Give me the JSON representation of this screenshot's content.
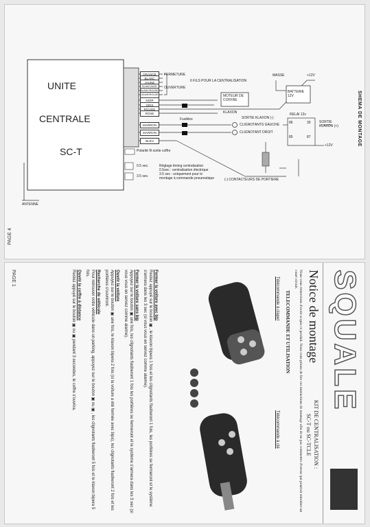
{
  "top_page": {
    "title": "SHEMA DE MONTAGE",
    "page_label": "PAGE 4",
    "unit": {
      "line1": "UNITE",
      "line2": "CENTRALE",
      "line3": "SC-T"
    },
    "antenna": "ANTENNE",
    "wires": [
      "ORANGE",
      "BLANC",
      "JAUNE",
      "NOIR",
      "GRIS",
      "ROUGE",
      "ROSE",
      "MARRON",
      "MARRON",
      "BLEU"
    ],
    "small_wires": [
      "BLANC/NOIR",
      "BLANC/ROUGE",
      "JAUNE/ROUGE"
    ],
    "labels": {
      "fermeture": "FERMETURE",
      "ouverture": "OUVERTURE",
      "six_fils": "6 FILS POUR LA CENTRALISATION",
      "masse": "MASSE",
      "plus12": "+12V",
      "batterie": "BATTERIE\n12V",
      "moteur": "MOTEUR DE\nCOFFRE",
      "klaxon": "KLAXON",
      "sortie_klaxon_moins": "SORTIE KLAXON (-)",
      "relai": "RELAI 12v",
      "sortie_klaxon_plus": "SORTIE\nKLAXON (+)",
      "plus12b": "+12V",
      "fusibles": "Fusibles",
      "clignotants_gauche": "CLIGNOTANTS GAUCHE",
      "clignotant_droit": "CLIGNOTANT DROIT",
      "polarite": "Polarité fil sortie coffre",
      "t05": "0.5 sec.",
      "t35": "3.5 sec.",
      "reglage": "Réglage timing centralisation\n0.5sec : centralisation électrique\n3.5 sec : uniquement pour le\nmontage à commande pneumatique",
      "contacteurs": "(-) CONTACTEURS DE PORTIERE",
      "relay_pins": [
        "86",
        "85",
        "30",
        "87"
      ]
    }
  },
  "bottom_page": {
    "page_label": "PAGE 1",
    "brand": "SQUALE",
    "notice_title": "Notice de montage",
    "kit_title": "KIT DE CENTRALISATION :",
    "kit_model": "SC-T ou SC-TCLE",
    "intro": "Nous vous remercions d'avoir acquis ce produit. Nous vous prions de lire ces instructions de montage afin de ne pas commettre d'erreur qui pourrait entraîner un court circuit.",
    "section_title": "TELECOMMANDE ET UTILISATION",
    "remote_clapet": "Télécommande à clapet",
    "remote_cle": "Télécommande à clé",
    "sections": [
      {
        "heading": "Fermer la voiture avec bip",
        "text": "Restez appuyé sur le bouton ▣ , le klaxon bipera 1 fois et les clignotants flasheront 1 fois, les portières se fermeront et le système s'armera dans les 3 sec (si vous vous en servez comme alarme)."
      },
      {
        "heading": "Fermer la voiture sans bip",
        "text": "Appuyez sur le bouton ▣ une fois, les clignotants flasheront 1 fois les portières se fermeront et le système s'armera dans les 3 sec (si vous vous en servez comme alarme)."
      },
      {
        "heading": "Ouvrir la voiture",
        "text": "Appuyez sur le bouton ▣ une fois, le klaxon bipera 2 fois (si la voiture a été fermée avec bips), les clignotants flasheront 2 fois et les portières s'ouvriront."
      },
      {
        "heading": "Recherche de véhicule",
        "text": "Pour retrouver votre véhicule dans un parking, appuyez sur le bouton ▣ ou ▣ , les clignotants flasheront 5 fois et le klaxon bipera 5 fois."
      },
      {
        "heading": "Ouvrir le coffre à distance",
        "text": "Restez appuyé sur le bouton ▣ ou ▣ pendant 3 secondes, le coffre s'ouvrira."
      }
    ]
  },
  "colors": {
    "ink": "#222222",
    "paper": "#f7f7f7",
    "wire": "#333333"
  }
}
